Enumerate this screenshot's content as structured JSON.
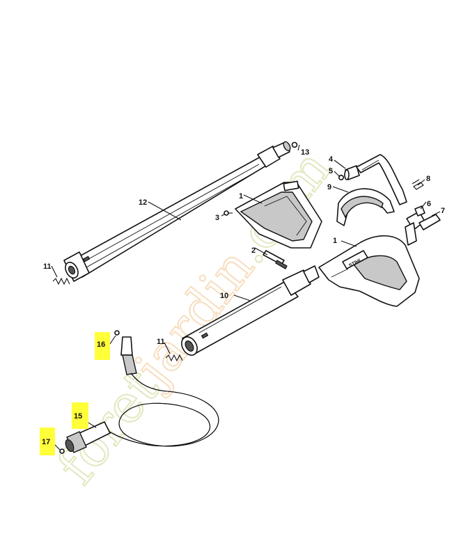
{
  "watermark": {
    "text_dark": "foret",
    "text_accent": "jardin",
    "text_tail": ".com",
    "color_primary": "#c9d58a",
    "color_accent": "#f2c38a"
  },
  "highlight_color": "#ffff3a",
  "callouts": [
    {
      "id": "1a",
      "label": "1",
      "highlighted": false
    },
    {
      "id": "1b",
      "label": "1",
      "highlighted": false
    },
    {
      "id": "2",
      "label": "2",
      "highlighted": false
    },
    {
      "id": "3",
      "label": "3",
      "highlighted": false
    },
    {
      "id": "4",
      "label": "4",
      "highlighted": false
    },
    {
      "id": "5",
      "label": "5",
      "highlighted": false
    },
    {
      "id": "6",
      "label": "6",
      "highlighted": false
    },
    {
      "id": "7",
      "label": "7",
      "highlighted": false
    },
    {
      "id": "8",
      "label": "8",
      "highlighted": false
    },
    {
      "id": "9",
      "label": "9",
      "highlighted": false
    },
    {
      "id": "10",
      "label": "10",
      "highlighted": false
    },
    {
      "id": "11a",
      "label": "11",
      "highlighted": false
    },
    {
      "id": "11b",
      "label": "11",
      "highlighted": false
    },
    {
      "id": "12",
      "label": "12",
      "highlighted": false
    },
    {
      "id": "13",
      "label": "13",
      "highlighted": false
    },
    {
      "id": "15",
      "label": "15",
      "highlighted": true
    },
    {
      "id": "16",
      "label": "16",
      "highlighted": true
    },
    {
      "id": "17",
      "label": "17",
      "highlighted": true
    }
  ],
  "brand_mark": "STIHL"
}
